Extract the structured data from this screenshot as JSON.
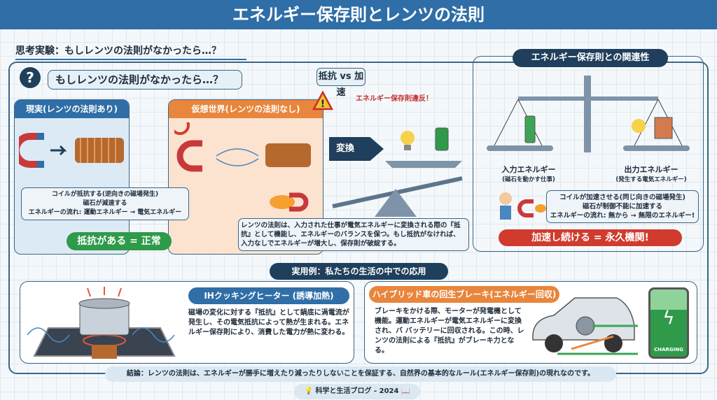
{
  "header": {
    "title": "エネルギー保存則とレンツの法則"
  },
  "thought": {
    "section_title": "思考実験：もしレンツの法則がなかったら…？",
    "question": "もしレンツの法則がなかったら…？",
    "real": {
      "title": "現実(レンツの法則あり)",
      "note_line1": "コイルが抵抗する(逆向きの磁場発生)",
      "note_line2": "磁石が減速する",
      "flow": "エネルギーの流れ: 運動エネルギー → 電気エネルギー",
      "verdict": "抵抗がある = 正常"
    },
    "virtual": {
      "title": "仮想世界(レンツの法則なし)"
    },
    "vs_label": "抵抗 vs 加速",
    "violation": "エネルギー保存則違反！",
    "convert_label": "変換",
    "explanation": "レンツの法則は、入力された仕事が電気エネルギーに変換される際の『抵抗』として機能し、エネルギーのバランスを保つ。もし抵抗がなければ、入力なしでエネルギーが増大し、保存則が破綻する。"
  },
  "relation": {
    "title": "エネルギー保存則との関連性",
    "input_label": "入力エネルギー",
    "input_sub": "(磁石を動かす仕事)",
    "output_label": "出力エネルギー",
    "output_sub": "(発生する電気エネルギー)",
    "note_line1": "コイルが加速させる(同じ向きの磁場発生)",
    "note_line2": "磁石が制御不能に加速する",
    "flow": "エネルギーの流れ: 無から → 無限のエネルギー!",
    "verdict": "加速し続ける = 永久機関!"
  },
  "practical": {
    "title": "実用例：私たちの生活の中での応用",
    "ih": {
      "title": "IHクッキングヒーター (誘導加熱)",
      "text": "磁場の変化に対する『抵抗』として鍋底に渦電流が発生し、その電気抵抗によって熱が生まれる。エネルギー保存則により、消費した電力が熱に変わる。"
    },
    "hybrid": {
      "title": "ハイブリッド車の回生ブレーキ(エネルギー回収)",
      "text": "ブレーキをかける際、モーターが発電機として機能。運動エネルギーが電気エネルギーに変換され、バ バッテリーに回収される。この時、レンツの法則による『抵抗』がブレーキ力となる。",
      "battery_label": "CHARGING"
    }
  },
  "conclusion": "結論：レンツの法則は、エネルギーが勝手に増えたり減ったりしないことを保証する、自然界の基本的なルール(エネルギー保存則)の現れなのです。",
  "footer": "科学と生活ブログ - 2024",
  "colors": {
    "primary": "#2f6ea7",
    "dark": "#1f3f5c",
    "orange": "#e8863d",
    "green": "#2e9a4a",
    "red": "#d13b2e"
  }
}
